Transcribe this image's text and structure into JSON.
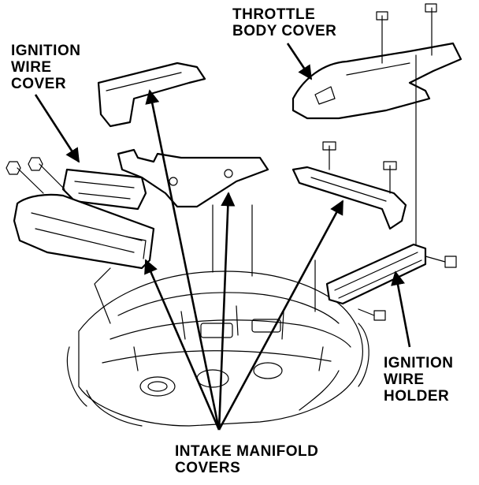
{
  "labels": {
    "ignition_wire_cover": [
      "IGNITION",
      "WIRE",
      "COVER"
    ],
    "throttle_body_cover": [
      "THROTTLE",
      "BODY COVER"
    ],
    "ignition_wire_holder": [
      "IGNITION",
      "WIRE",
      "HOLDER"
    ],
    "intake_manifold_covers": [
      "INTAKE MANIFOLD",
      "COVERS"
    ]
  },
  "colors": {
    "ink": "#000000",
    "paper": "#ffffff"
  }
}
